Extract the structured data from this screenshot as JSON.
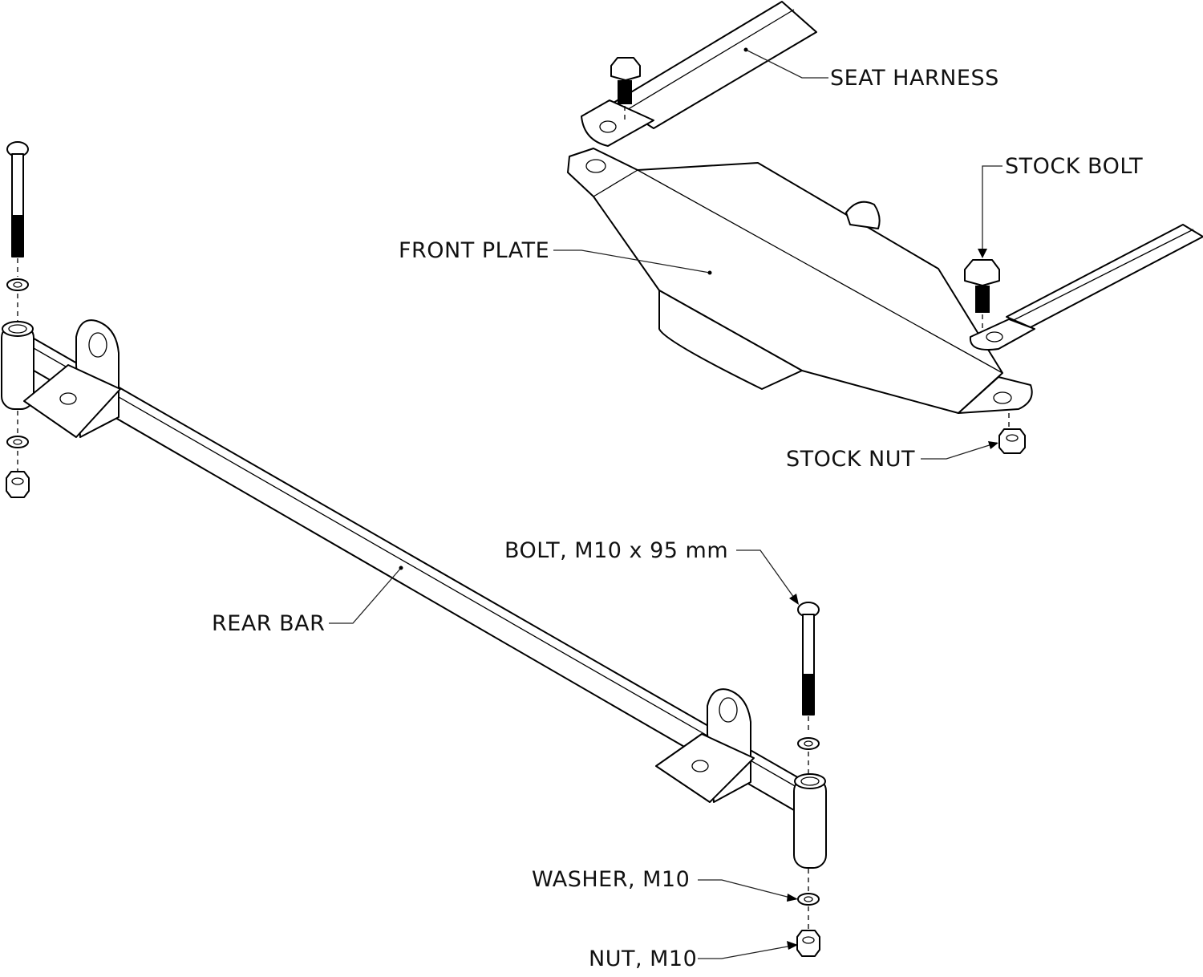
{
  "labels": {
    "seat_harness": "SEAT HARNESS",
    "stock_bolt": "STOCK BOLT",
    "front_plate": "FRONT PLATE",
    "stock_nut": "STOCK NUT",
    "bolt_m10": "BOLT, M10 x 95 mm",
    "rear_bar": "REAR BAR",
    "washer_m10": "WASHER, M10",
    "nut_m10": "NUT, M10"
  },
  "colors": {
    "line": "#000000",
    "background": "#ffffff",
    "text": "#111111"
  }
}
